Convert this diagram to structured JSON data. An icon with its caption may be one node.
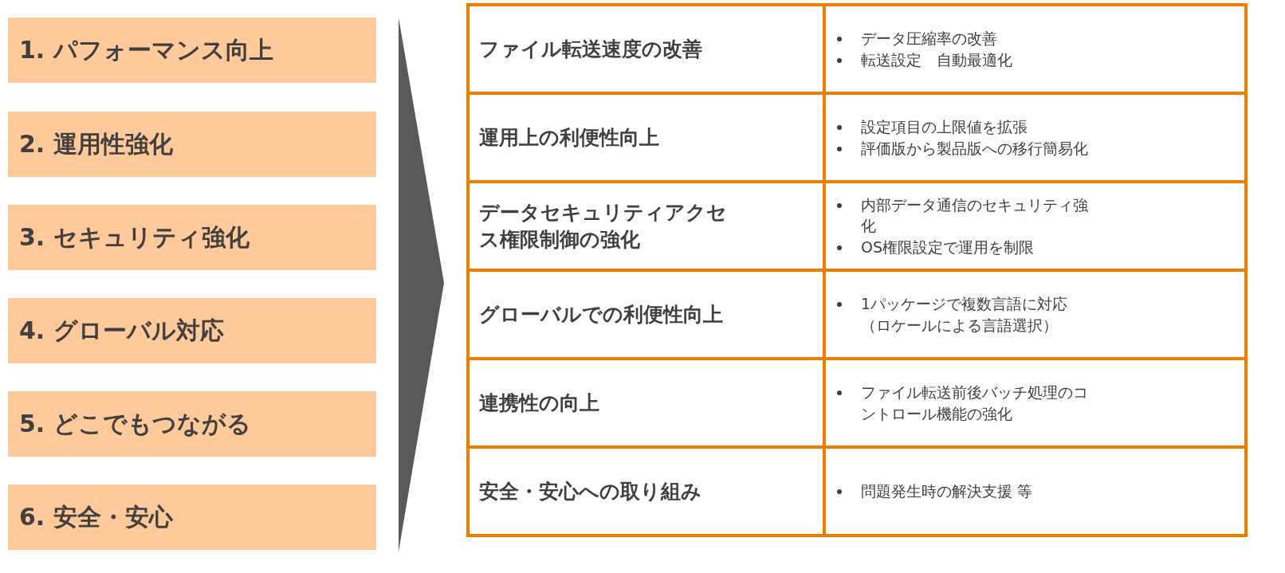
{
  "diagram": {
    "nodes": [
      {
        "text": [
          "1. パフォーマンス向上"
        ]
      },
      {
        "text": [
          "2. 運用性強化"
        ]
      },
      {
        "text": [
          "3. セキュリティ強化"
        ]
      },
      {
        "text": [
          "4. グローバル対応"
        ]
      },
      {
        "text": [
          "5. どこでもつながる"
        ]
      },
      {
        "text": [
          "6. 安全・安心"
        ]
      }
    ],
    "edges": [],
    "labels": [
      "ファイル転送速度の改善",
      "データ圧縮率の改善",
      "転送設定　自動最適化",
      "運用上の利便性向上",
      "設定項目の上限値を拡張",
      "評価版から製品版への移行簡易化",
      "データセキュリティアクセス権限制御の強化",
      "内部データ通信のセキュリティ強化",
      "OS権限設定で運用を制限",
      "グローバルでの利便性向上",
      "1パッケージで複数言語に対応（ロケールによる言語選択）",
      "連携性の向上",
      "ファイル転送前後バッチ処理のコントロール機能の強化",
      "安全・安心への取り組み",
      "問題発生時の解決支援 等"
    ]
  }
}
